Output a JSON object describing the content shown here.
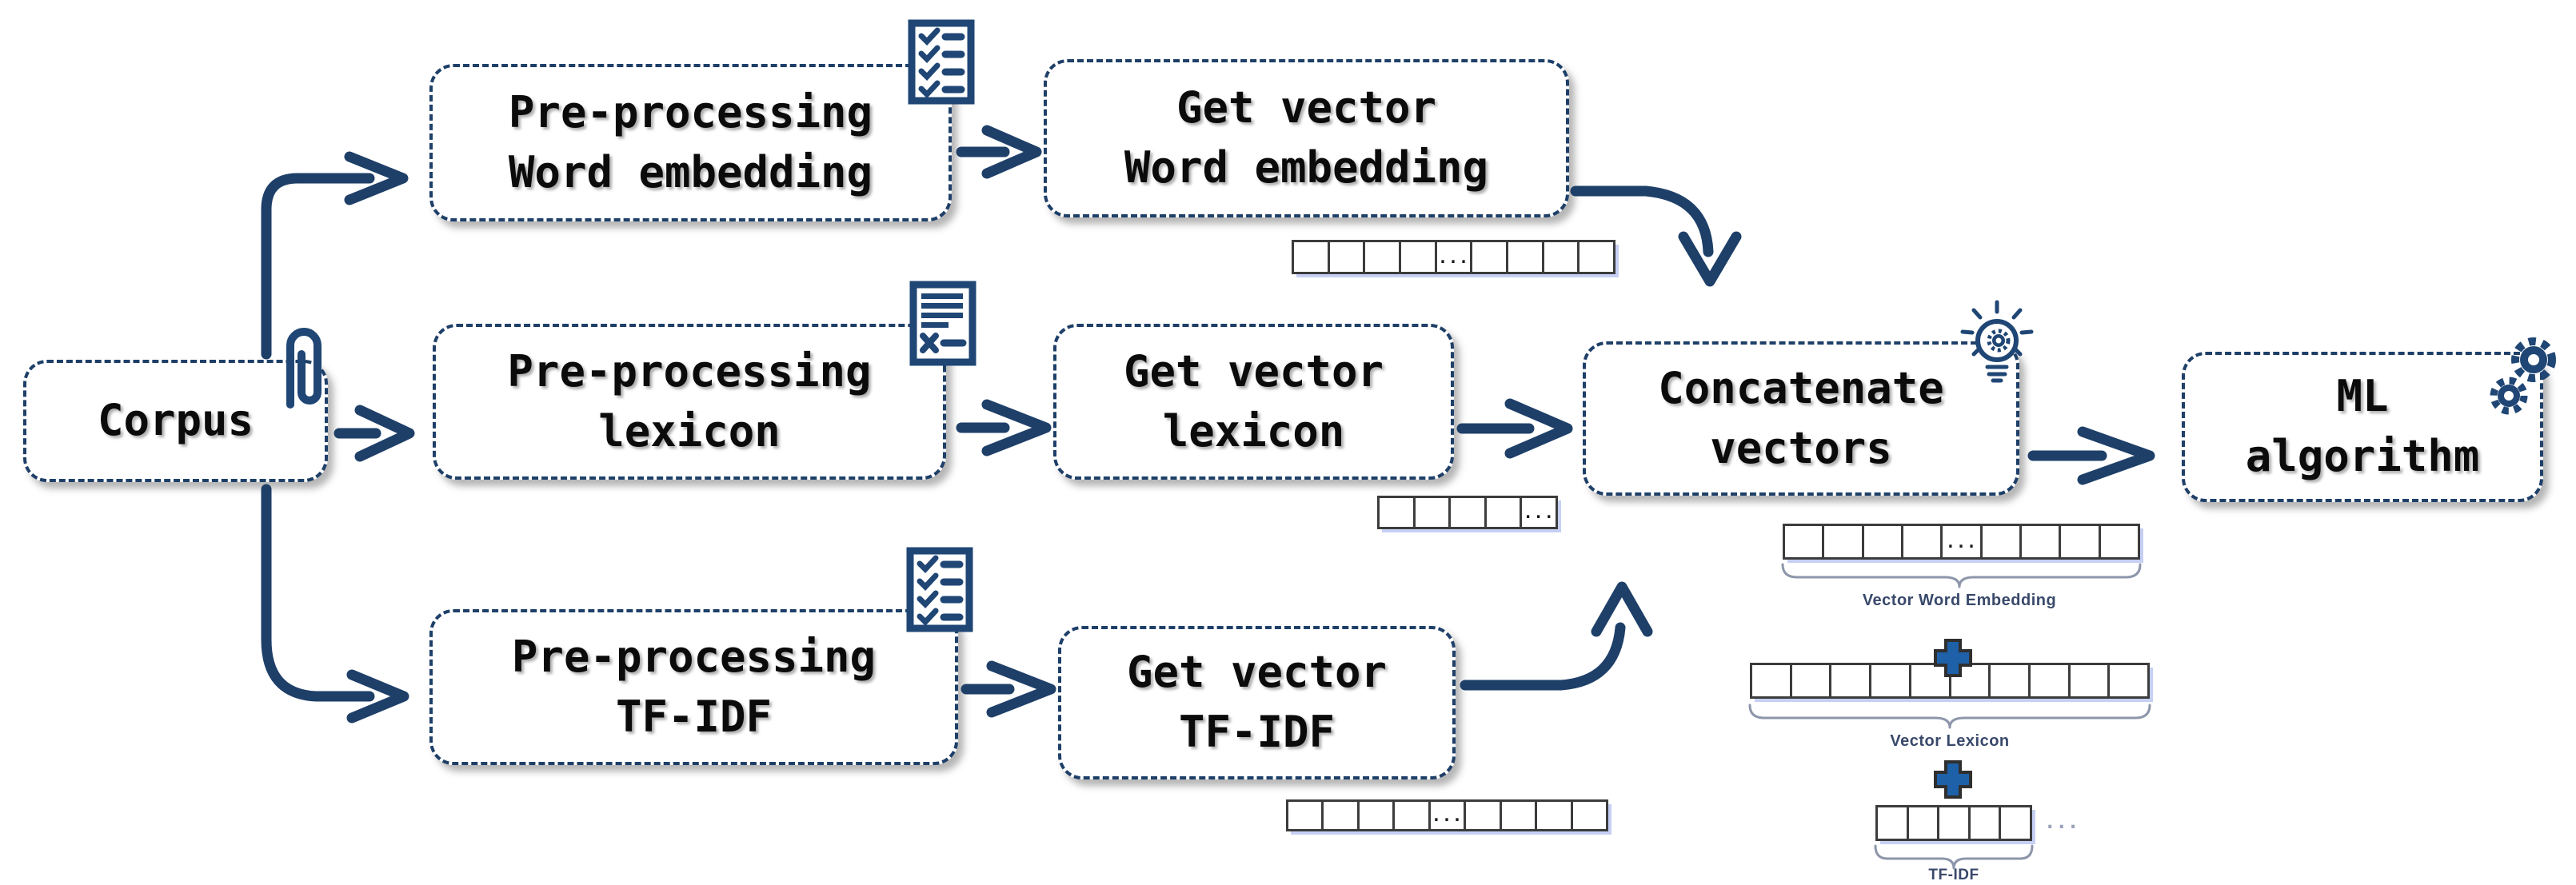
{
  "diagram": {
    "colors": {
      "navy": "#1e3f68",
      "icon": "#1f4674",
      "plus": "#1e61a8",
      "cell_border": "#3c3c3c",
      "cell_shadow": "#c6d0f5",
      "brace": "#8d96aa",
      "label": "#39496b",
      "text": "#0b0b0b"
    },
    "ellipsis": "...",
    "plus_symbol": "+",
    "nodes": {
      "corpus": {
        "lines": [
          "Corpus"
        ]
      },
      "pp_we": {
        "lines": [
          "Pre-processing",
          "Word embedding"
        ]
      },
      "gv_we": {
        "lines": [
          "Get vector",
          "Word embedding"
        ]
      },
      "pp_lex": {
        "lines": [
          "Pre-processing",
          "lexicon"
        ]
      },
      "gv_lex": {
        "lines": [
          "Get vector",
          "lexicon"
        ]
      },
      "pp_tfidf": {
        "lines": [
          "Pre-processing",
          "TF-IDF"
        ]
      },
      "gv_tfidf": {
        "lines": [
          "Get vector",
          "TF-IDF"
        ]
      },
      "concat": {
        "lines": [
          "Concatenate",
          "vectors"
        ]
      },
      "ml": {
        "lines": [
          "ML",
          "algorithm"
        ]
      }
    },
    "vectors": {
      "we_out": {
        "count": 9,
        "ellipsis_index": 4
      },
      "lex_out": {
        "count": 5,
        "ellipsis_index": 4
      },
      "tfidf_out": {
        "count": 9,
        "ellipsis_index": 4
      },
      "concat_we": {
        "count": 9,
        "ellipsis_index": 4,
        "label": "Vector Word Embedding"
      },
      "concat_lex": {
        "count": 10,
        "ellipsis_index": -1,
        "label": "Vector Lexicon"
      },
      "concat_tfidf": {
        "count": 5,
        "ellipsis_index": -1,
        "label": "TF-IDF",
        "trailing_ellipsis": "..."
      }
    }
  }
}
